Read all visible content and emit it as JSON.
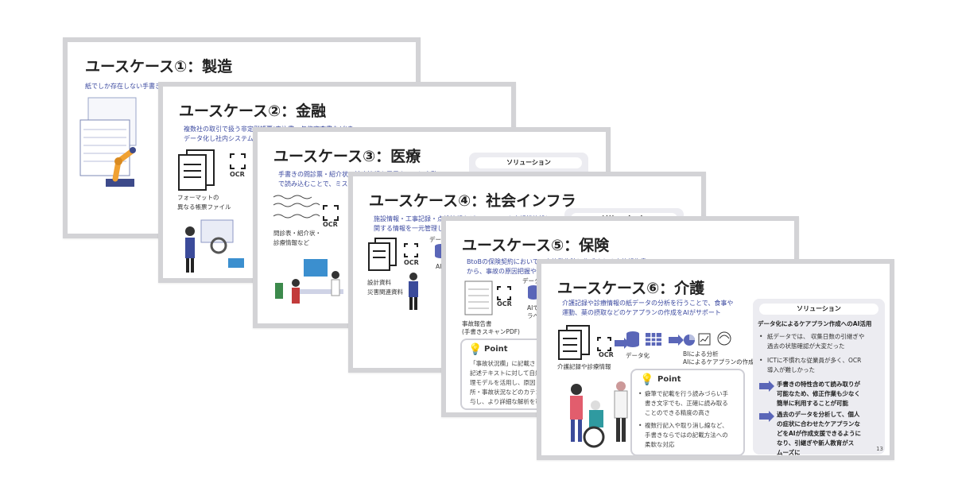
{
  "slides": [
    {
      "title": "ユースケース①：製造",
      "desc": "紙でしか存在しない手書き"
    },
    {
      "title": "ユースケース②：金融",
      "desc": [
        "複数社の取引で扱う非定型帳票(申込書、与信審査書など)を",
        "データ化し社内システムへ"
      ],
      "ocr": "OCR",
      "caption": [
        "フォーマットの",
        "異なる帳票ファイル"
      ]
    },
    {
      "title": "ユースケース③：医療",
      "desc": [
        "手書きの問診票・紹介状・診療情報を電子カルテに自動",
        "で読み込むことで、ミスや"
      ],
      "ocr": "OCR",
      "caption": [
        "問診表・紹介状・",
        "診療情報など"
      ],
      "solution_head": "ソリューション"
    },
    {
      "title": "ユースケース④：社会インフラ",
      "desc": [
        "施設情報・工事記録・点検情報などのインフラや大規模施設に",
        "関する情報を一元管理し、"
      ],
      "ocr": "OCR",
      "ai_label": "AI",
      "data_label": "データ",
      "caption": [
        "設計資料",
        "災害関連資料"
      ],
      "solution_head": "ソリューション"
    },
    {
      "title": "ユースケース⑤：保険",
      "desc": [
        "BtoBの保険契約において、事故発生時に作成される事故報告書",
        "から、事故の原因把握や予"
      ],
      "ocr": "OCR",
      "ai_label": "AIで",
      "ai_label2": "ラベ",
      "data_label": "データ",
      "caption": [
        "事故報告書",
        "(手書きスキャンPDF)"
      ],
      "point_label": "Point",
      "point_text": [
        "「事故状況欄」に記載さ",
        "記述テキストに対して自然",
        "理モデルを活用し、原因",
        "所・事故状況などのカテゴ",
        "与し、より詳細な解析を可"
      ]
    },
    {
      "title": "ユースケース⑥：介護",
      "desc": [
        "介護記録や診療情報の紙データの分析を行うことで、食事や",
        "運動、薬の摂取などのケアプランの作成をAIがサポート"
      ],
      "ocr": "OCR",
      "data_label": "データ化",
      "analysis_label": [
        "BIによる分析",
        "AIによるケアプランの作成"
      ],
      "caption": "介護記録や診療情報",
      "point_label": "Point",
      "point_bullets": [
        [
          "癖筆で記載を行う読みづらい手",
          "書き文字でも、正確に読み取る",
          "ことのできる精度の高さ"
        ],
        [
          "複数行記入や取り消し線など、",
          "手書きならではの記載方法への",
          "柔軟な対応"
        ]
      ],
      "solution_head": "ソリューション",
      "solution_title": "データ化によるケアプラン作成へのAI活用",
      "solution_items": [
        [
          "紙データでは、 収集日数の引継ぎや",
          "過去の状態確認が大変だった"
        ],
        [
          "ICTに不慣れな従業員が多く、OCR",
          "導入が難しかった"
        ]
      ],
      "solution_results": [
        [
          "手書きの特性含めて読み取りが",
          "可能なため、修正作業も少なく",
          "簡単に利用することが可能"
        ],
        [
          "過去のデータを分析して、個人",
          "の症状に合わせたケアプランな",
          "どをAIが作成支援できるように",
          "なり、引継ぎや新人教育がス",
          "ムーズに"
        ]
      ],
      "page_number": "13"
    }
  ],
  "colors": {
    "accent": "#3c4aa0",
    "arrow": "#5a66b8",
    "frame": "#d3d3d6",
    "panel": "#ececf1"
  }
}
